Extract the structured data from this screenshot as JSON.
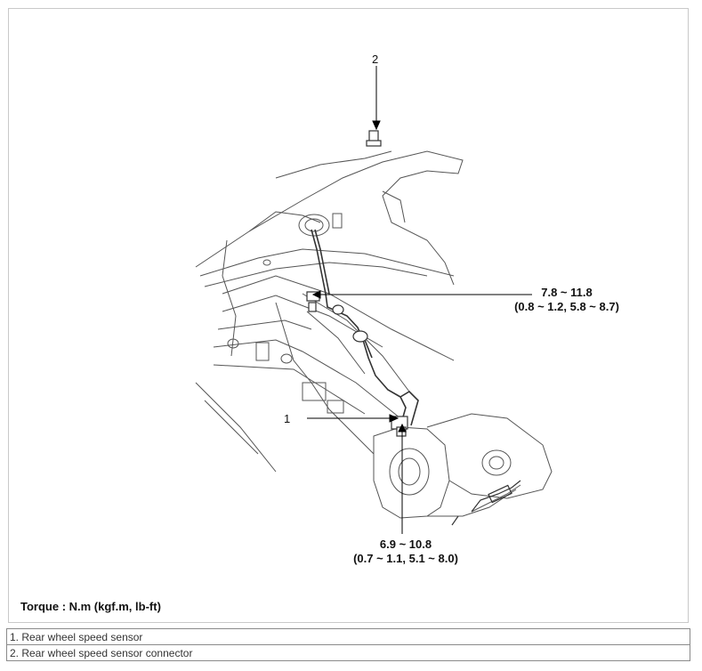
{
  "figure": {
    "callouts": [
      {
        "id": "1",
        "label": "1"
      },
      {
        "id": "2",
        "label": "2"
      }
    ],
    "torque_specs": [
      {
        "line1": "7.8 ~ 11.8",
        "line2": "(0.8 ~ 1.2, 5.8 ~ 8.7)"
      },
      {
        "line1": "6.9 ~ 10.8",
        "line2": "(0.7 ~ 1.1, 5.1 ~ 8.0)"
      }
    ],
    "torque_note": "Torque : N.m (kgf.m, lb-ft)"
  },
  "legend": [
    "1. Rear wheel speed sensor",
    "2. Rear wheel speed sensor connector"
  ]
}
